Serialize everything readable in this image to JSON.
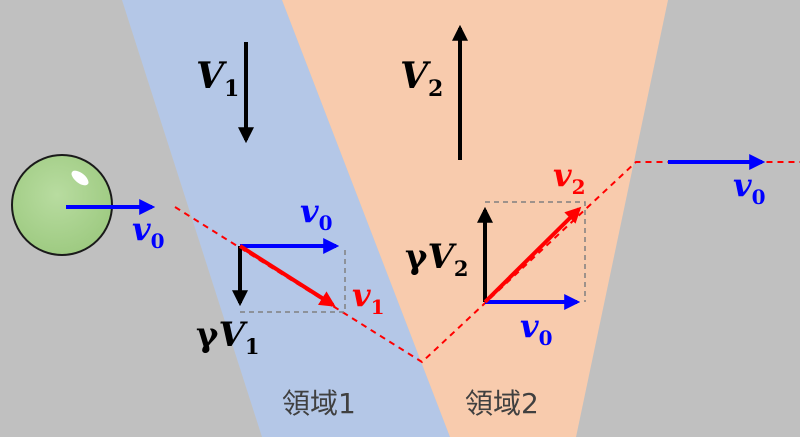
{
  "colors": {
    "background": "#c0c0c0",
    "region1": "#b4c7e7",
    "region2": "#f8cbad",
    "ball": "#a9d18e",
    "blue": "#0000ff",
    "red": "#ff0000",
    "black": "#000000"
  },
  "labels": {
    "V1": {
      "main": "V",
      "sub": "1"
    },
    "V2": {
      "main": "V",
      "sub": "2"
    },
    "v0_left": {
      "main": "v",
      "sub": "0"
    },
    "v0_region1": {
      "main": "v",
      "sub": "0"
    },
    "v1": {
      "main": "v",
      "sub": "1"
    },
    "gammaV1": {
      "prefix": "γ",
      "main": "V",
      "sub": "1"
    },
    "gammaV2": {
      "prefix": "γ",
      "main": "V",
      "sub": "2"
    },
    "v2": {
      "main": "v",
      "sub": "2"
    },
    "v0_region2": {
      "main": "v",
      "sub": "0"
    },
    "v0_right": {
      "main": "v",
      "sub": "0"
    }
  },
  "regions": {
    "region1_label": "領域1",
    "region2_label": "領域2"
  }
}
